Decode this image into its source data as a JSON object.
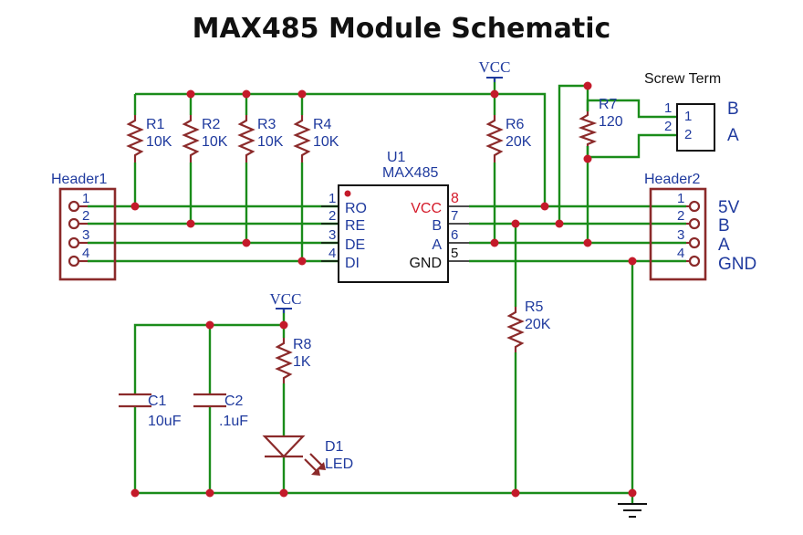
{
  "title": "MAX485 Module Schematic",
  "power": {
    "vcc_label": "VCC"
  },
  "header1": {
    "label": "Header1",
    "pins": [
      "1",
      "2",
      "3",
      "4"
    ]
  },
  "header2": {
    "label": "Header2",
    "pins": [
      "1",
      "2",
      "3",
      "4"
    ],
    "signals": [
      "5V",
      "B",
      "A",
      "GND"
    ]
  },
  "screw_terminal": {
    "label": "Screw Term",
    "pins": [
      "1",
      "2"
    ],
    "signals": [
      "B",
      "A"
    ]
  },
  "u1": {
    "ref": "U1",
    "part": "MAX485",
    "left_pins": [
      {
        "num": "1",
        "name": "RO"
      },
      {
        "num": "2",
        "name": "RE"
      },
      {
        "num": "3",
        "name": "DE"
      },
      {
        "num": "4",
        "name": "DI"
      }
    ],
    "right_pins": [
      {
        "num": "8",
        "name": "VCC"
      },
      {
        "num": "7",
        "name": "B"
      },
      {
        "num": "6",
        "name": "A"
      },
      {
        "num": "5",
        "name": "GND"
      }
    ]
  },
  "resistors": [
    {
      "ref": "R1",
      "value": "10K"
    },
    {
      "ref": "R2",
      "value": "10K"
    },
    {
      "ref": "R3",
      "value": "10K"
    },
    {
      "ref": "R4",
      "value": "10K"
    },
    {
      "ref": "R5",
      "value": "20K"
    },
    {
      "ref": "R6",
      "value": "20K"
    },
    {
      "ref": "R7",
      "value": "120"
    },
    {
      "ref": "R8",
      "value": "1K"
    }
  ],
  "capacitors": [
    {
      "ref": "C1",
      "value": "10uF"
    },
    {
      "ref": "C2",
      "value": ".1uF"
    }
  ],
  "led": {
    "ref": "D1",
    "value": "LED"
  },
  "colors": {
    "wire": "#1a8c1a",
    "component": "#8b2a2a",
    "junction": "#c41a2a",
    "label": "#1f3a9e"
  }
}
